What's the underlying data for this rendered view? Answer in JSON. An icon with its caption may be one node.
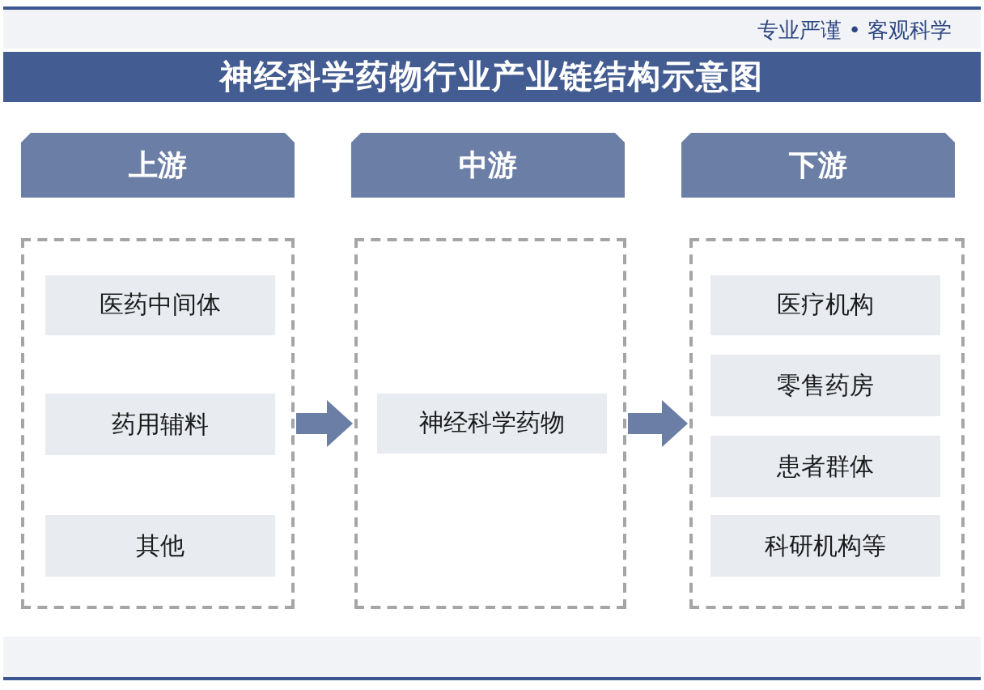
{
  "diagram": {
    "title": "神经科学药物行业产业链结构示意图",
    "nodes": [
      {
        "text": [
          "上游"
        ]
      },
      {
        "text": [
          "中游"
        ]
      },
      {
        "text": [
          "下游"
        ]
      },
      {
        "text": [],
        "shape": "box"
      },
      {
        "text": [
          "医药中间体"
        ],
        "in": 3
      },
      {
        "text": [
          "药用辅料"
        ],
        "in": 3
      },
      {
        "text": [
          "其他"
        ],
        "in": 3
      },
      {
        "text": [],
        "shape": "box"
      },
      {
        "text": [
          "神经科学药物"
        ],
        "in": 7
      },
      {
        "text": [],
        "shape": "box"
      },
      {
        "text": [
          "医疗机构"
        ],
        "in": 9
      },
      {
        "text": [
          "零售药房"
        ],
        "in": 9
      },
      {
        "text": [
          "患者群体"
        ],
        "in": 9
      },
      {
        "text": [
          "科研机构等"
        ],
        "in": 9
      }
    ],
    "edges": [
      {
        "from": 3,
        "to": 7,
        "arrow": "to"
      },
      {
        "from": 7,
        "to": 9,
        "arrow": "to"
      }
    ],
    "labels": [
      "专业严谨 • 客观科学"
    ]
  }
}
